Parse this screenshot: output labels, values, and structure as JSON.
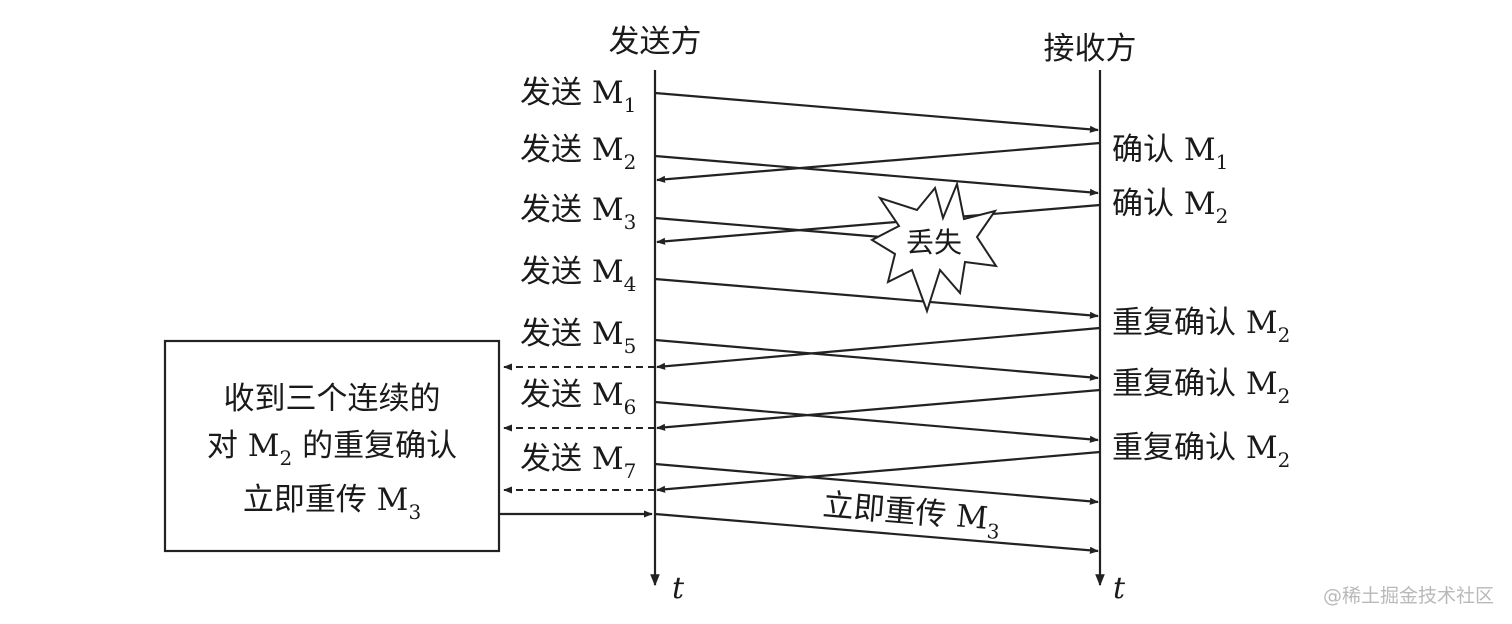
{
  "diagram": {
    "sender_title": "发送方",
    "receiver_title": "接收方",
    "time_label": "t",
    "send_prefix": "发送 M",
    "sends": [
      "1",
      "2",
      "3",
      "4",
      "5",
      "6",
      "7"
    ],
    "acks": [
      {
        "text": "确认 M",
        "sub": "1"
      },
      {
        "text": "确认 M",
        "sub": "2"
      },
      {
        "text": "重复确认 M",
        "sub": "2"
      },
      {
        "text": "重复确认 M",
        "sub": "2"
      },
      {
        "text": "重复确认 M",
        "sub": "2"
      }
    ],
    "loss_label": "丢失",
    "box": {
      "line1": "收到三个连续的",
      "line2_pre": "对 M",
      "line2_sub": "2",
      "line2_post": " 的重复确认",
      "line3_pre": "立即重传 M",
      "line3_sub": "3"
    },
    "retransmit_pre": "立即重传 M",
    "retransmit_sub": "3"
  },
  "watermark": "@稀土掘金技术社区"
}
